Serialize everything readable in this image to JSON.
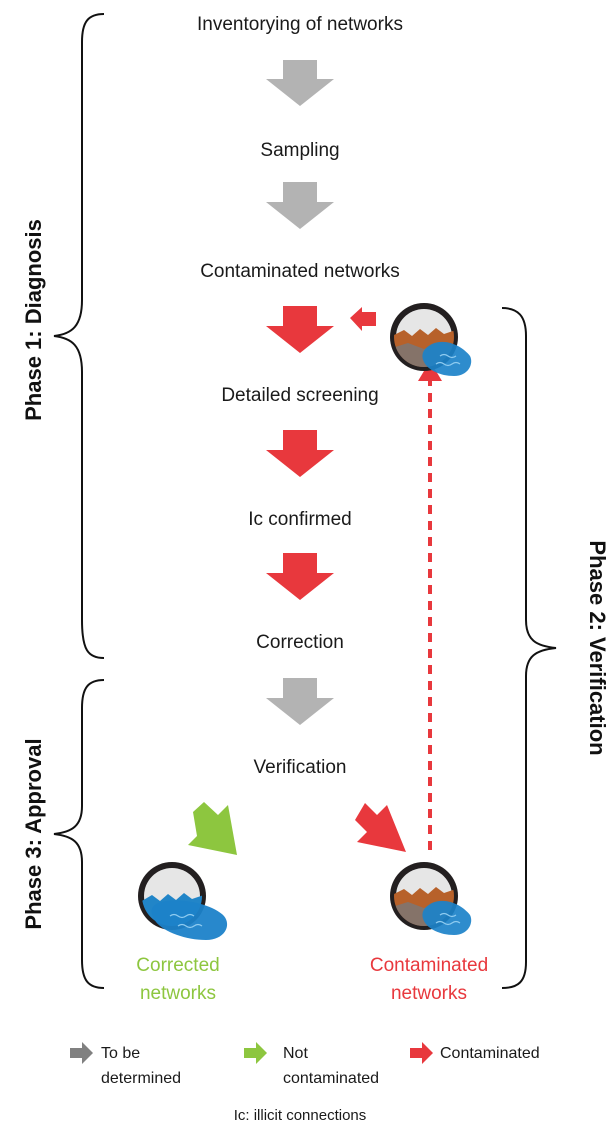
{
  "steps": {
    "inventory": "Inventorying of networks",
    "sampling": "Sampling",
    "contaminated": "Contaminated networks",
    "screening": "Detailed screening",
    "confirmed": "Ic confirmed",
    "correction": "Correction",
    "verification": "Verification"
  },
  "outcomes": {
    "corrected_line1": "Corrected",
    "corrected_line2": "networks",
    "contaminated_line1": "Contaminated",
    "contaminated_line2": "networks"
  },
  "phases": {
    "diagnosis": "Phase 1: Diagnosis",
    "verification": "Phase 2: Verification",
    "approval": "Phase 3: Approval"
  },
  "legend": {
    "tbd_line1": "To be",
    "tbd_line2": "determined",
    "not_line1": "Not",
    "not_line2": "contaminated",
    "contaminated": "Contaminated"
  },
  "footnote": "Ic: illicit connections",
  "colors": {
    "gray_arrow": "#b3b3b3",
    "red_arrow": "#e8383d",
    "green_arrow": "#8dc63f",
    "corrected_text": "#8dc63f",
    "contaminated_text": "#e8383d",
    "legend_gray": "#808080"
  },
  "icons": {
    "pipe_contaminated": "pipe-with-brown-water-icon",
    "pipe_corrected": "pipe-with-blue-water-icon"
  }
}
